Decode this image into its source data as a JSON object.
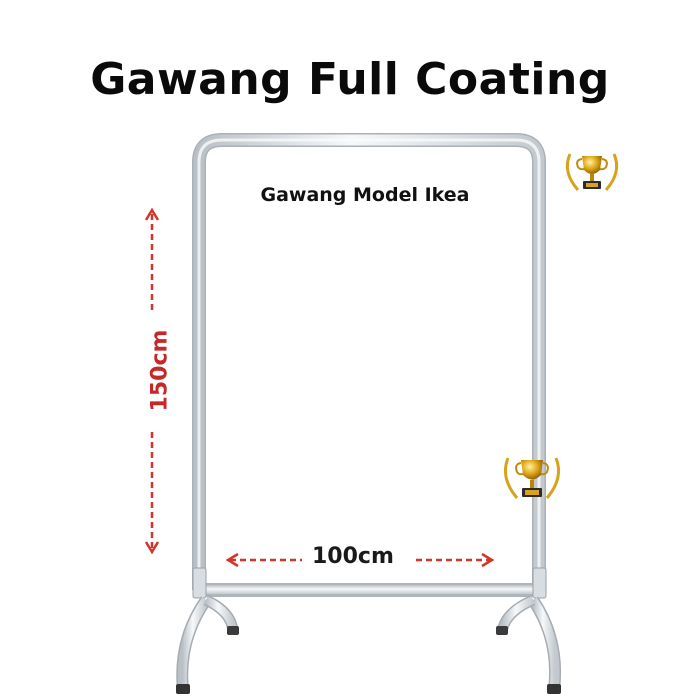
{
  "title": "Gawang Full Coating",
  "subtitle": "Gawang Model Ikea",
  "dimensions": {
    "width_label": "100cm",
    "height_label": "150cm"
  },
  "colors": {
    "frame": "#e4e8ec",
    "frame_edge": "#b6bcc2",
    "arrow": "#d0362a",
    "trophy_gold": "#d9a21b"
  },
  "icons": [
    "trophy-icon",
    "trophy-icon"
  ]
}
